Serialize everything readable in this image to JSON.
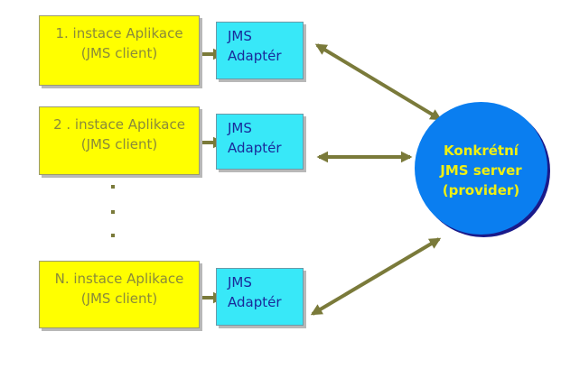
{
  "applications": [
    {
      "line1": "1. instace Aplikace",
      "line2": "(JMS client)"
    },
    {
      "line1": "2 . instace Aplikace",
      "line2": "(JMS client)"
    },
    {
      "line1": "N. instace Aplikace",
      "line2": "(JMS client)"
    }
  ],
  "adapters": [
    {
      "line1": "JMS",
      "line2": "Adaptér"
    },
    {
      "line1": "JMS",
      "line2": "Adaptér"
    },
    {
      "line1": "JMS",
      "line2": "Adaptér"
    }
  ],
  "server": {
    "line1": "Konkrétní",
    "line2": "JMS server",
    "line3": "(provider)"
  },
  "colors": {
    "application_fill": "#ffff00",
    "adapter_fill": "#38e8f8",
    "server_fill": "#0a7ef0",
    "server_text": "#f0f010",
    "arrow": "#7a7a3a"
  }
}
